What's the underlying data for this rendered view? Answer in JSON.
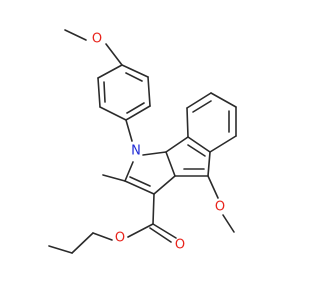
{
  "molecule": {
    "atom_labels": {
      "methoxy_top_o": "O",
      "indole_n": "N",
      "methoxy_right_o": "O",
      "ester_o_alkoxy": "O",
      "ester_o_carbonyl": "O"
    },
    "colors": {
      "bond": "#2b2b2b",
      "oxygen": "#e8231b",
      "nitrogen": "#1f2bd6",
      "background": "#ffffff"
    }
  }
}
